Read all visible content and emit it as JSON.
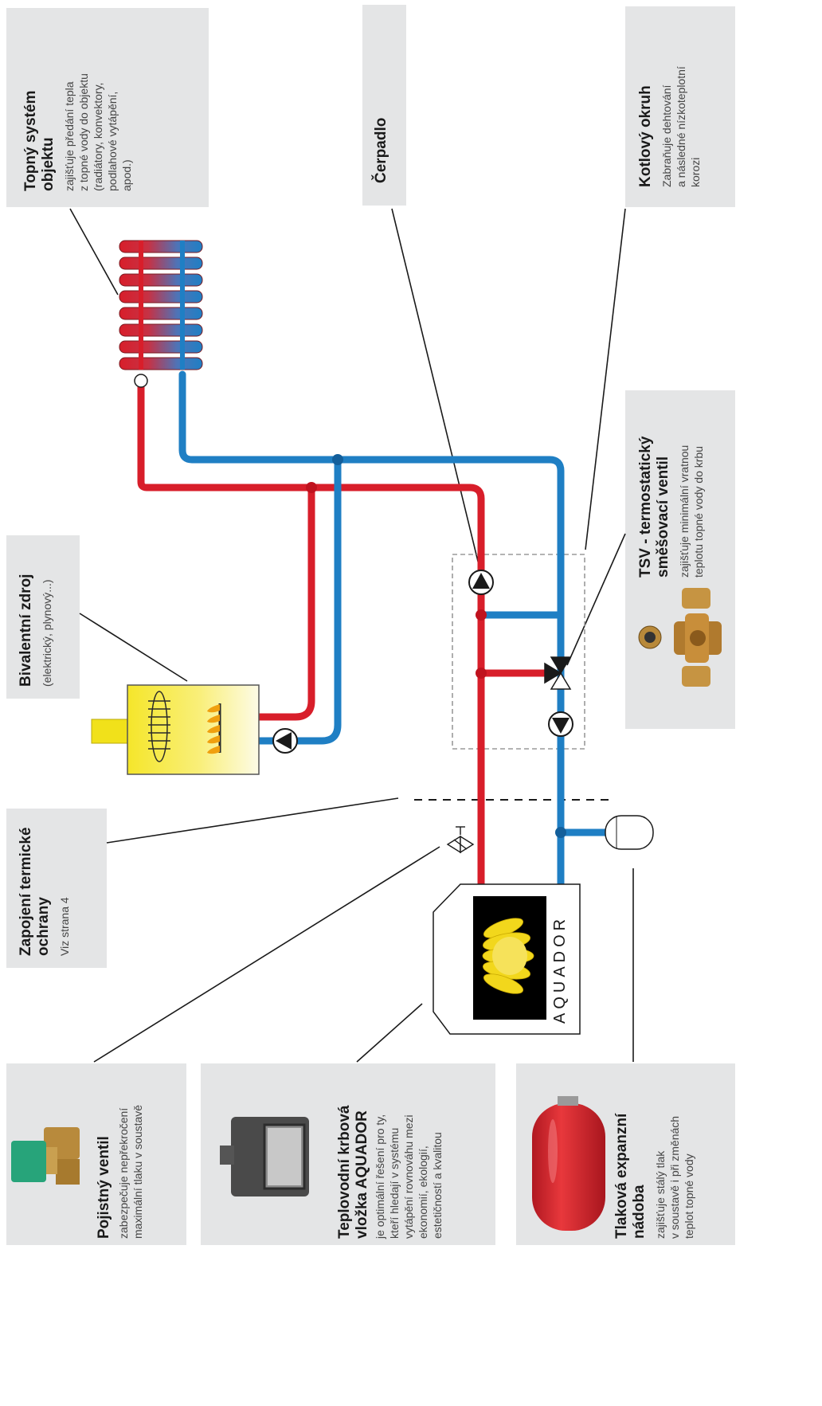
{
  "labels": {
    "topny": {
      "title": "Topný systém\nobjektu",
      "desc": "zajišťuje předání tepla\nz topné vody do objektu\n(radiátory, konvektory,\npodlahové vytápění,\napod.)"
    },
    "cerpadlo": {
      "title": "Čerpadlo"
    },
    "kotlovy": {
      "title": "Kotlový okruh",
      "desc": "Zabraňuje dehtování\na následné nízkoteplotní\nkorozi"
    },
    "bivalentni": {
      "title": "Bivalentní zdroj",
      "desc": "(elektrický, plynový...)"
    },
    "tsv": {
      "title": "TSV - termostatický\nsměšovací ventil",
      "desc": "zajišťuje minimální vratnou\nteplotu topné vody do krbu"
    },
    "zapojeni": {
      "title": "Zapojení termické\nochrany",
      "desc": "Viz strana 4"
    },
    "pojistny": {
      "title": "Pojistný ventil",
      "desc": "zabezpečuje nepřekročení\nmaximální tlaku v soustavě"
    },
    "teplovodni": {
      "title": "Teplovodní krbová\nvložka AQUADOR",
      "desc": "je optimální řešení pro ty,\nkteří hledají v systému\nvytápění rovnováhu mezi\nekonomií, ekologií,\nestetičností a kvalitou"
    },
    "tlakova": {
      "title": "Tlaková expanzní\nnádoba",
      "desc": "zajišťuje stálý tlak\nv soustavě i při změnách\nteplot topné vody"
    }
  },
  "fireplace": {
    "logo": "AQUADOR"
  },
  "colors": {
    "hot": "#d81e2a",
    "cold": "#1f7fc4",
    "panel": "#e4e5e6"
  }
}
